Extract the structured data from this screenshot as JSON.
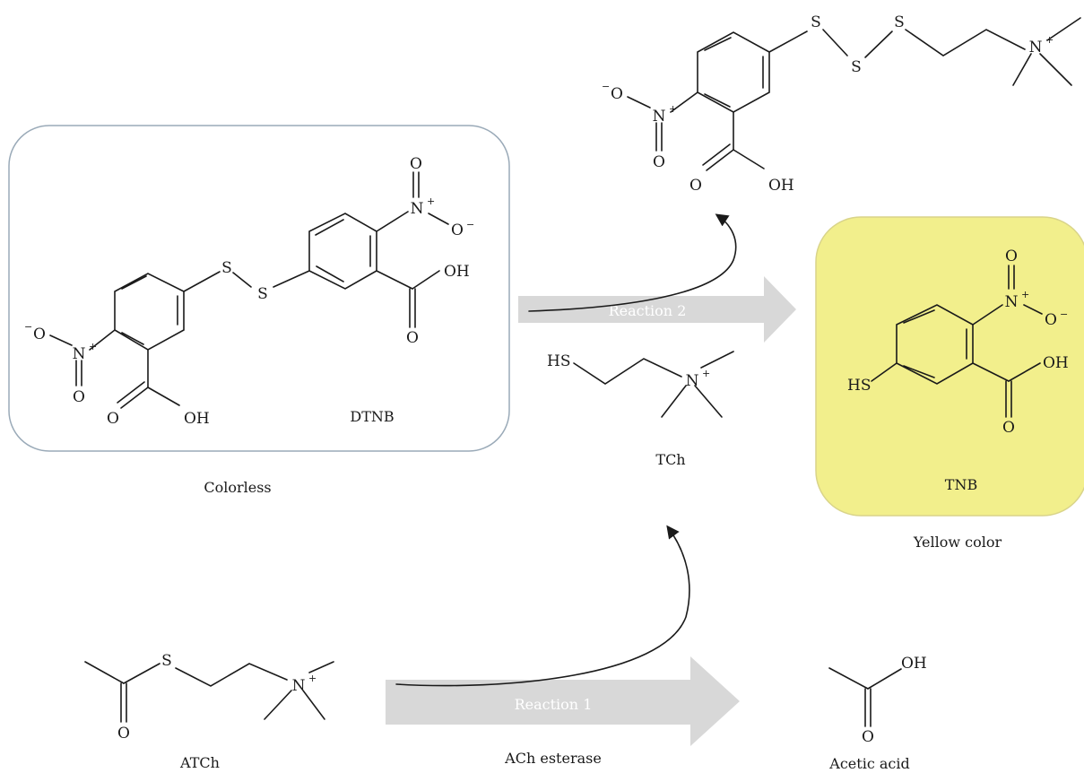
{
  "labels": {
    "colorless": "Colorless",
    "dtnb": "DTNB",
    "reaction2": "Reaction 2",
    "tch": "TCh",
    "tnb": "TNB",
    "yellow_color": "Yellow color",
    "atch": "ATCh",
    "reaction1": "Reaction 1",
    "ach_esterase": "ACh esterase",
    "acetic_acid": "Acetic acid"
  },
  "atoms": {
    "S": "S",
    "N": "N",
    "O": "O",
    "OH": "OH",
    "HS": "HS",
    "plus": "+",
    "minus": "−"
  },
  "colors": {
    "tnb_box_fill": "#f2ef8c",
    "tnb_box_stroke": "#d9d48a",
    "dtnb_box_stroke": "#9aaab8",
    "reaction_arrow": "#d8d8d8",
    "arrow_label": "#ffffff"
  }
}
